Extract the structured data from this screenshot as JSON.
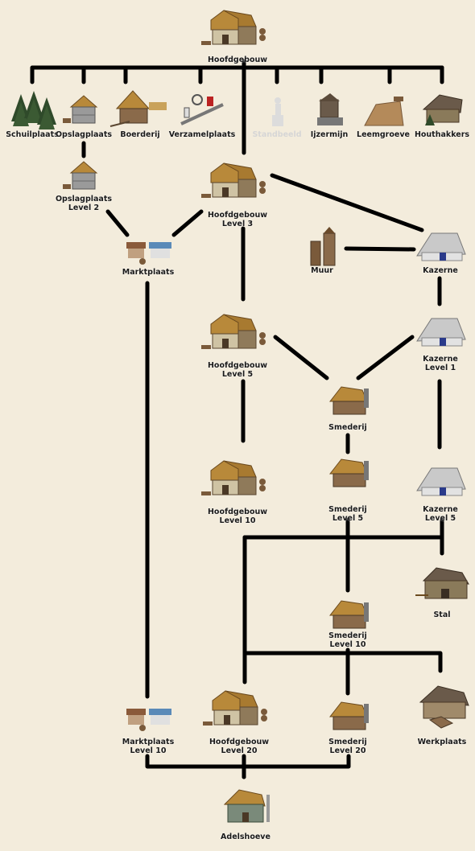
{
  "palette": {
    "background": "#f3ecdc",
    "edge": "#000000",
    "roof": "#b8893a",
    "wood": "#7a5a3a",
    "stone": "#9a9a9a",
    "tent": "#c9c9c9",
    "faded": "#dcdcdc"
  },
  "nodes": [
    {
      "id": "hoofdgebouw",
      "label": "Hoofdgebouw",
      "icon": "town-hall-icon"
    },
    {
      "id": "schuilplaats",
      "label": "Schuilplaats",
      "icon": "trees-icon"
    },
    {
      "id": "opslagplaats",
      "label": "Opslagplaats",
      "icon": "storehouse-icon"
    },
    {
      "id": "boerderij",
      "label": "Boerderij",
      "icon": "farm-icon"
    },
    {
      "id": "verzamelplaats",
      "label": "Verzamelplaats",
      "icon": "rally-point-icon"
    },
    {
      "id": "standbeeld",
      "label": "Standbeeld",
      "icon": "statue-icon",
      "faded": true
    },
    {
      "id": "ijzermijn",
      "label": "Ijzermijn",
      "icon": "iron-mine-icon"
    },
    {
      "id": "leemgroeve",
      "label": "Leemgroeve",
      "icon": "clay-pit-icon"
    },
    {
      "id": "houthakkers",
      "label": "Houthakkers",
      "icon": "woodcutter-icon"
    },
    {
      "id": "opslagplaats2",
      "label": "Opslagplaats\nLevel 2",
      "icon": "storehouse-icon"
    },
    {
      "id": "hoofdgebouw3",
      "label": "Hoofdgebouw\nLevel 3",
      "icon": "town-hall-icon"
    },
    {
      "id": "marktplaats",
      "label": "Marktplaats",
      "icon": "market-icon"
    },
    {
      "id": "muur",
      "label": "Muur",
      "icon": "wall-icon"
    },
    {
      "id": "kazerne",
      "label": "Kazerne",
      "icon": "barracks-tent-icon"
    },
    {
      "id": "hoofdgebouw5",
      "label": "Hoofdgebouw\nLevel 5",
      "icon": "town-hall-icon"
    },
    {
      "id": "kazerne1",
      "label": "Kazerne\nLevel 1",
      "icon": "barracks-tent-icon"
    },
    {
      "id": "smederij",
      "label": "Smederij",
      "icon": "smithy-icon"
    },
    {
      "id": "hoofdgebouw10",
      "label": "Hoofdgebouw\nLevel 10",
      "icon": "town-hall-icon"
    },
    {
      "id": "smederij5",
      "label": "Smederij\nLevel 5",
      "icon": "smithy-icon"
    },
    {
      "id": "kazerne5",
      "label": "Kazerne\nLevel 5",
      "icon": "barracks-tent-icon"
    },
    {
      "id": "stal",
      "label": "Stal",
      "icon": "stable-icon"
    },
    {
      "id": "smederij10",
      "label": "Smederij\nLevel 10",
      "icon": "smithy-icon"
    },
    {
      "id": "marktplaats10",
      "label": "Marktplaats\nLevel 10",
      "icon": "market-icon"
    },
    {
      "id": "hoofdgebouw20",
      "label": "Hoofdgebouw\nLevel 20",
      "icon": "town-hall-icon"
    },
    {
      "id": "smederij20",
      "label": "Smederij\nLevel 20",
      "icon": "smithy-icon"
    },
    {
      "id": "werkplaats",
      "label": "Werkplaats",
      "icon": "workshop-icon"
    },
    {
      "id": "adelshoeve",
      "label": "Adelshoeve",
      "icon": "academy-icon"
    }
  ],
  "edges": [
    [
      "hoofdgebouw",
      "schuilplaats"
    ],
    [
      "hoofdgebouw",
      "opslagplaats"
    ],
    [
      "hoofdgebouw",
      "boerderij"
    ],
    [
      "hoofdgebouw",
      "verzamelplaats"
    ],
    [
      "hoofdgebouw",
      "standbeeld"
    ],
    [
      "hoofdgebouw",
      "ijzermijn"
    ],
    [
      "hoofdgebouw",
      "leemgroeve"
    ],
    [
      "hoofdgebouw",
      "houthakkers"
    ],
    [
      "hoofdgebouw",
      "hoofdgebouw3"
    ],
    [
      "opslagplaats",
      "opslagplaats2"
    ],
    [
      "opslagplaats2",
      "marktplaats"
    ],
    [
      "hoofdgebouw3",
      "marktplaats"
    ],
    [
      "hoofdgebouw3",
      "kazerne"
    ],
    [
      "hoofdgebouw3",
      "hoofdgebouw5"
    ],
    [
      "muur",
      "kazerne"
    ],
    [
      "kazerne",
      "kazerne1"
    ],
    [
      "hoofdgebouw5",
      "smederij"
    ],
    [
      "kazerne1",
      "smederij"
    ],
    [
      "kazerne1",
      "kazerne5"
    ],
    [
      "hoofdgebouw5",
      "hoofdgebouw10"
    ],
    [
      "smederij",
      "smederij5"
    ],
    [
      "marktplaats",
      "marktplaats10"
    ],
    [
      "hoofdgebouw10",
      "stal"
    ],
    [
      "kazerne5",
      "stal"
    ],
    [
      "smederij5",
      "stal"
    ],
    [
      "smederij5",
      "smederij10"
    ],
    [
      "hoofdgebouw10",
      "hoofdgebouw20"
    ],
    [
      "hoofdgebouw10",
      "werkplaats"
    ],
    [
      "smederij10",
      "werkplaats"
    ],
    [
      "smederij10",
      "smederij20"
    ],
    [
      "marktplaats10",
      "adelshoeve"
    ],
    [
      "hoofdgebouw20",
      "adelshoeve"
    ],
    [
      "smederij20",
      "adelshoeve"
    ]
  ]
}
